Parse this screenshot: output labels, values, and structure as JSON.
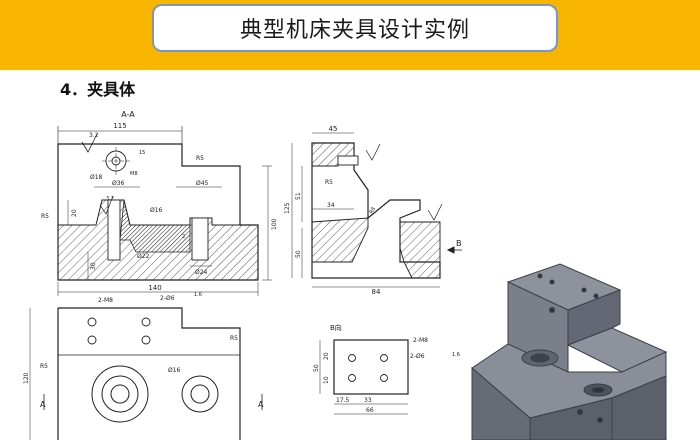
{
  "slide": {
    "title": "典型机床夹具设计实例",
    "section_heading": "4．夹具体"
  },
  "drawing": {
    "section_view_label": "A-A",
    "detail_view_label": "B向",
    "view_arrow_b": "B",
    "view_arrow_a_left": "A",
    "view_arrow_a_right": "A",
    "dims_front": {
      "width_115": "115",
      "width_140": "140",
      "height_100": "100",
      "height_20": "20",
      "height_30": "30",
      "d18": "Ø18",
      "d36": "Ø36",
      "d45": "Ø45",
      "d16": "Ø16",
      "d22": "Ø22",
      "d24": "Ø24",
      "r5_top": "R5",
      "r5_left": "R5",
      "ra32_a": "3.2",
      "ra32_b": "3.2",
      "m8": "M8",
      "d15": "15",
      "dim_2": "2"
    },
    "dims_side": {
      "width_45": "45",
      "width_34": "34",
      "width_84": "84",
      "height_125": "125",
      "height_51": "51",
      "height_50": "50",
      "r5": "R5",
      "r8": "R8"
    },
    "dims_top": {
      "holes_note": "2-M8",
      "holes_note2": "2-Ø6",
      "fit": "1.6",
      "height_120": "120",
      "r5_left": "R5",
      "r5_right": "R5",
      "d16": "Ø16"
    },
    "dims_b": {
      "holes_m8": "2-M8",
      "holes_d6": "2-Ø6",
      "fit": "1.6",
      "h50": "50",
      "h20": "20",
      "h10": "10",
      "w17_5": "17.5",
      "w33": "33",
      "w66": "66"
    }
  },
  "colors": {
    "banner": "#f7b500",
    "title_border": "#7c96c4",
    "line": "#222222",
    "model_top": "#8a8f9a",
    "model_side": "#6d7280",
    "model_front": "#5f6470"
  }
}
